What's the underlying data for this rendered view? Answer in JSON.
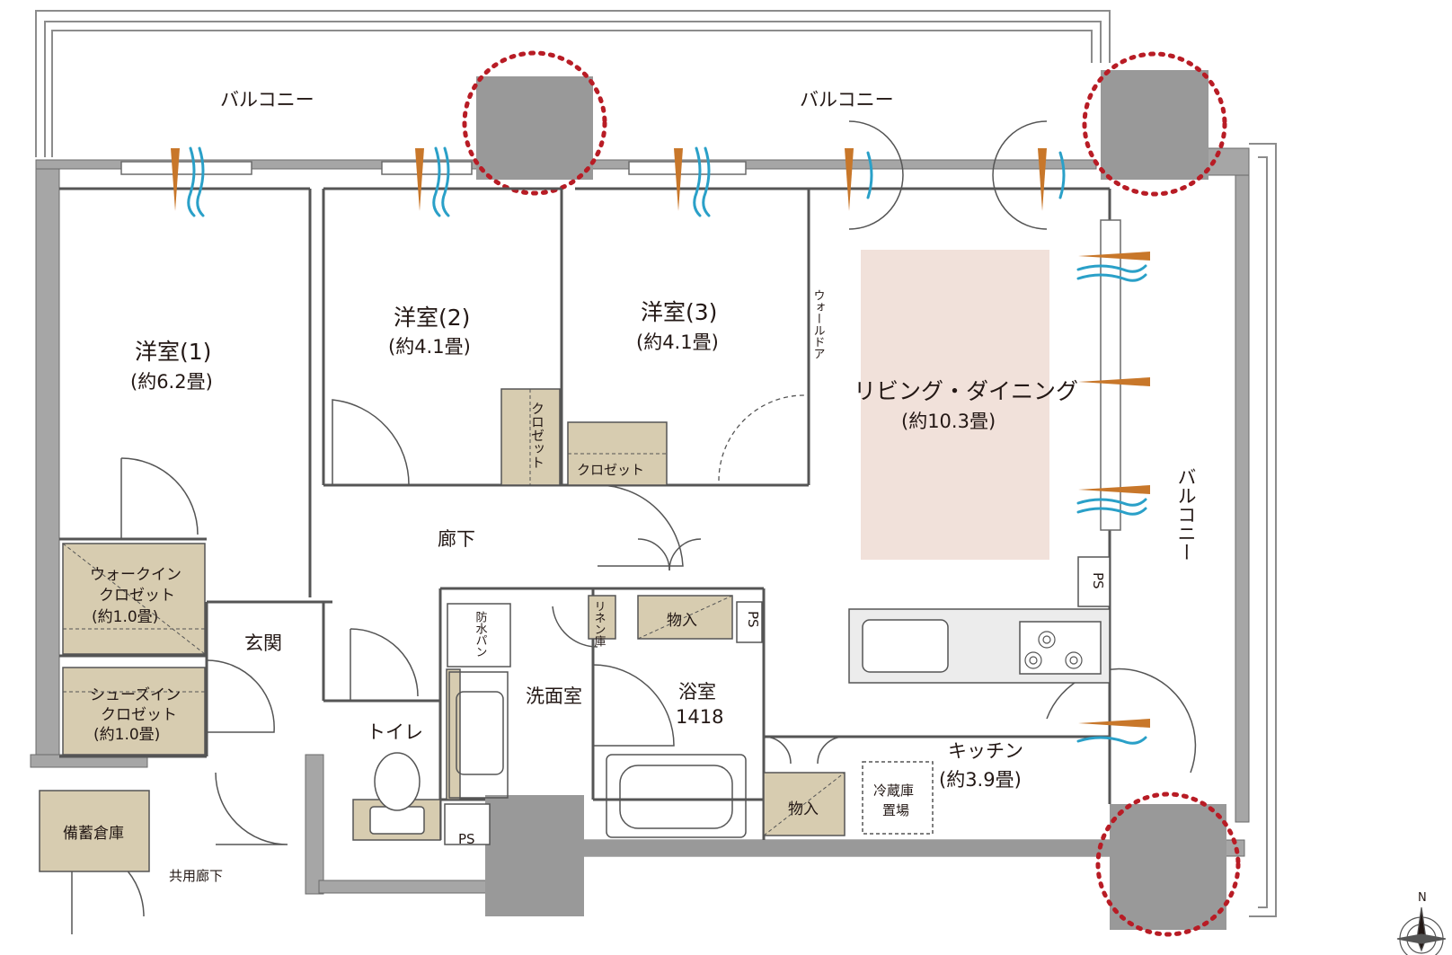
{
  "rooms": {
    "western1": {
      "name": "洋室(1)",
      "area": "(約6.2畳)"
    },
    "western2": {
      "name": "洋室(2)",
      "area": "(約4.1畳)"
    },
    "western3": {
      "name": "洋室(3)",
      "area": "(約4.1畳)"
    },
    "living": {
      "name": "リビング・ダイニング",
      "area": "(約10.3畳)"
    },
    "kitchen": {
      "name": "キッチン",
      "area": "(約3.9畳)"
    },
    "walkin": {
      "line1": "ウォークイン",
      "line2": "クロゼット",
      "area": "(約1.0畳)"
    },
    "shoesin": {
      "line1": "シューズイン",
      "line2": "クロゼット",
      "area": "(約1.0畳)"
    },
    "hallway": "廊下",
    "entrance": "玄関",
    "toilet": "トイレ",
    "washroom": "洗面室",
    "bathroom": {
      "name": "浴室",
      "size": "1418"
    },
    "storage_shed": "備蓄倉庫",
    "common_corridor": "共用廊下"
  },
  "labels": {
    "balcony_left": "バルコニー",
    "balcony_center": "バルコニー",
    "balcony_right": "バルコニー",
    "closet": "クロゼット",
    "closet_vertical": "クロゼット",
    "wall_door": "ウォールドア",
    "linen": "リネン庫",
    "storage1": "物入",
    "storage2": "物入",
    "waterproof_pan": "防水パン",
    "fridge": {
      "line1": "冷蔵庫",
      "line2": "置場"
    },
    "ps_right": "PS",
    "ps_storage": "PS",
    "ps_bottom": "PS",
    "compass_n": "N"
  },
  "colors": {
    "wall_gray": "#8c8c8c",
    "pillar_gray": "#999999",
    "closet_tan": "#d7ccb0",
    "living_pink": "#f1e1da",
    "dotted_red": "#b81c25",
    "vent_orange": "#c8772a",
    "vent_blue": "#2aa0c8"
  }
}
